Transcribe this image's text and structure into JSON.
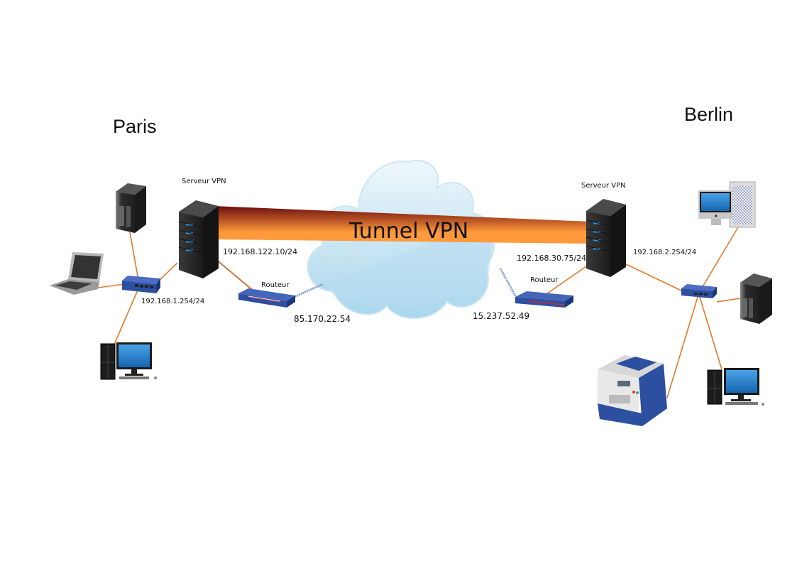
{
  "sites": {
    "paris": {
      "name": "Paris"
    },
    "berlin": {
      "name": "Berlin"
    }
  },
  "tunnel": {
    "label": "Tunnel VPN"
  },
  "paris": {
    "vpn_server": {
      "label": "Serveur VPN",
      "ip_wan": "192.168.122.10/24"
    },
    "switch": {
      "ip": "192.168.1.254/24"
    },
    "router": {
      "label": "Routeur",
      "public_ip": "85.170.22.54"
    },
    "devices": [
      "tower-server",
      "laptop",
      "desktop-pc"
    ]
  },
  "berlin": {
    "vpn_server": {
      "label": "Serveur VPN",
      "ip_wan": "192.168.30.75/24",
      "ip_lan": "192.168.2.254/24"
    },
    "router": {
      "label": "Routeur",
      "public_ip": "15.237.52.49"
    },
    "devices": [
      "imac-macpro",
      "tower-server",
      "desktop-pc",
      "multifunction-printer"
    ]
  },
  "colors": {
    "cable": "#e07a2a",
    "tunnel_top": "#6b0d0d",
    "tunnel_bottom": "#ff9a3c",
    "cloud": "#bfe0f0",
    "device_blue": "#2d4fa0"
  }
}
